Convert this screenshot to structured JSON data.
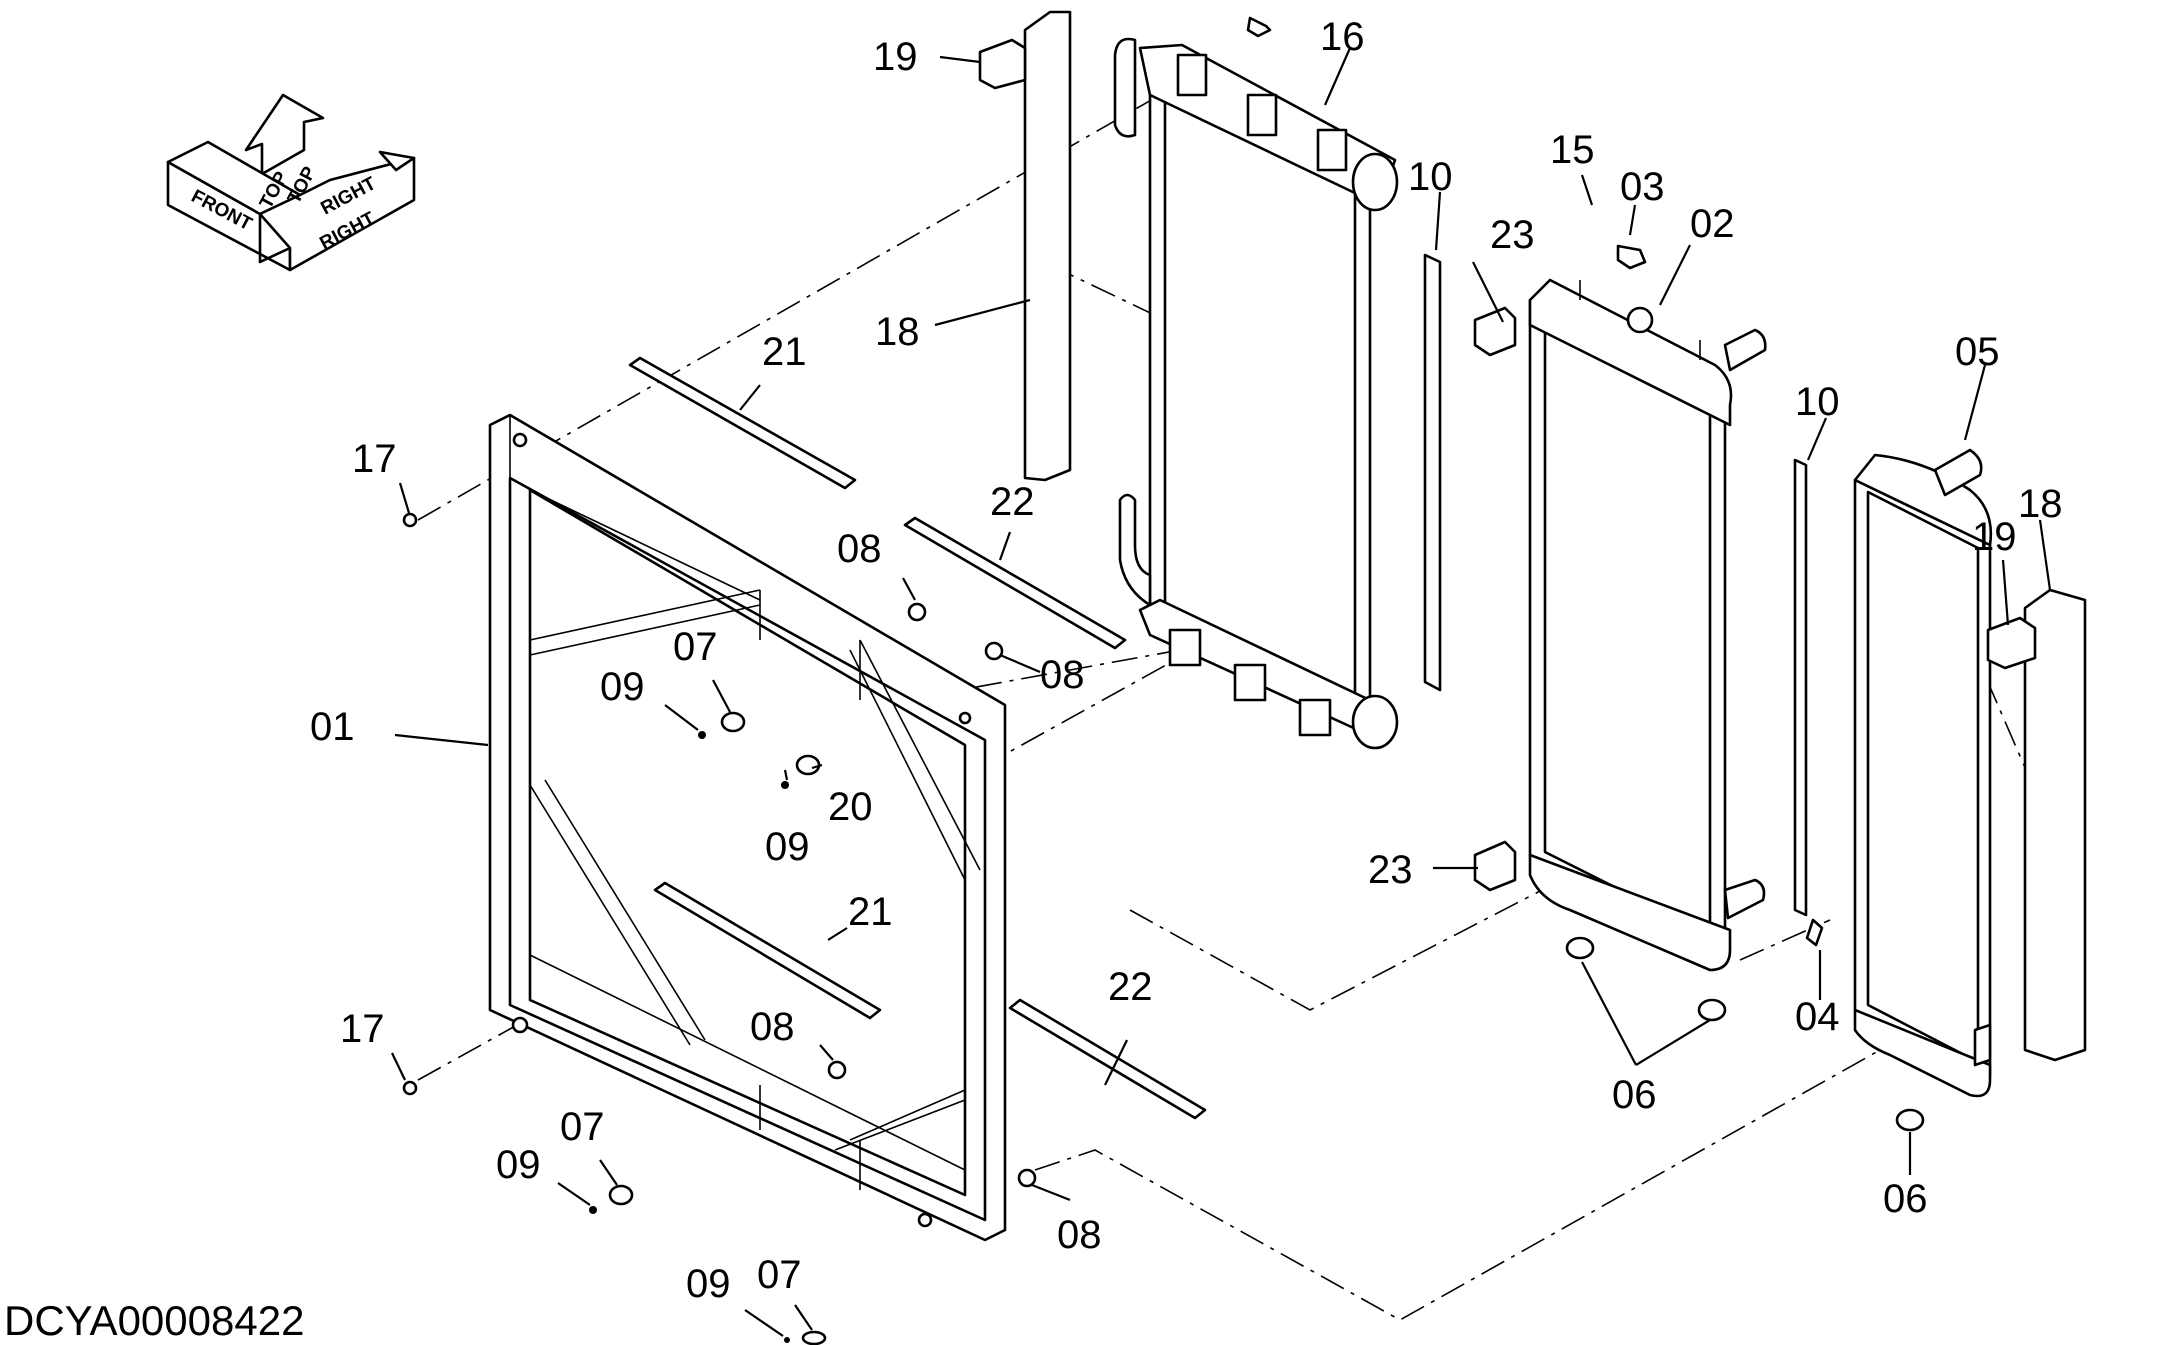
{
  "drawing_code": "DCYA00008422",
  "orientation": {
    "front": "FRONT",
    "top": "TOP",
    "right": "RIGHT"
  },
  "callouts": [
    {
      "id": "c01",
      "label": "01"
    },
    {
      "id": "c02",
      "label": "02"
    },
    {
      "id": "c03",
      "label": "03"
    },
    {
      "id": "c04",
      "label": "04"
    },
    {
      "id": "c05",
      "label": "05"
    },
    {
      "id": "c06a",
      "label": "06"
    },
    {
      "id": "c06b",
      "label": "06"
    },
    {
      "id": "c07a",
      "label": "07"
    },
    {
      "id": "c07b",
      "label": "07"
    },
    {
      "id": "c07c",
      "label": "07"
    },
    {
      "id": "c08a",
      "label": "08"
    },
    {
      "id": "c08b",
      "label": "08"
    },
    {
      "id": "c08c",
      "label": "08"
    },
    {
      "id": "c08d",
      "label": "08"
    },
    {
      "id": "c09a",
      "label": "09"
    },
    {
      "id": "c09b",
      "label": "09"
    },
    {
      "id": "c09c",
      "label": "09"
    },
    {
      "id": "c09d",
      "label": "09"
    },
    {
      "id": "c10a",
      "label": "10"
    },
    {
      "id": "c10b",
      "label": "10"
    },
    {
      "id": "c15",
      "label": "15"
    },
    {
      "id": "c16",
      "label": "16"
    },
    {
      "id": "c17a",
      "label": "17"
    },
    {
      "id": "c17b",
      "label": "17"
    },
    {
      "id": "c18a",
      "label": "18"
    },
    {
      "id": "c18b",
      "label": "18"
    },
    {
      "id": "c19a",
      "label": "19"
    },
    {
      "id": "c19b",
      "label": "19"
    },
    {
      "id": "c20",
      "label": "20"
    },
    {
      "id": "c21a",
      "label": "21"
    },
    {
      "id": "c21b",
      "label": "21"
    },
    {
      "id": "c22a",
      "label": "22"
    },
    {
      "id": "c22b",
      "label": "22"
    },
    {
      "id": "c23a",
      "label": "23"
    },
    {
      "id": "c23b",
      "label": "23"
    }
  ]
}
